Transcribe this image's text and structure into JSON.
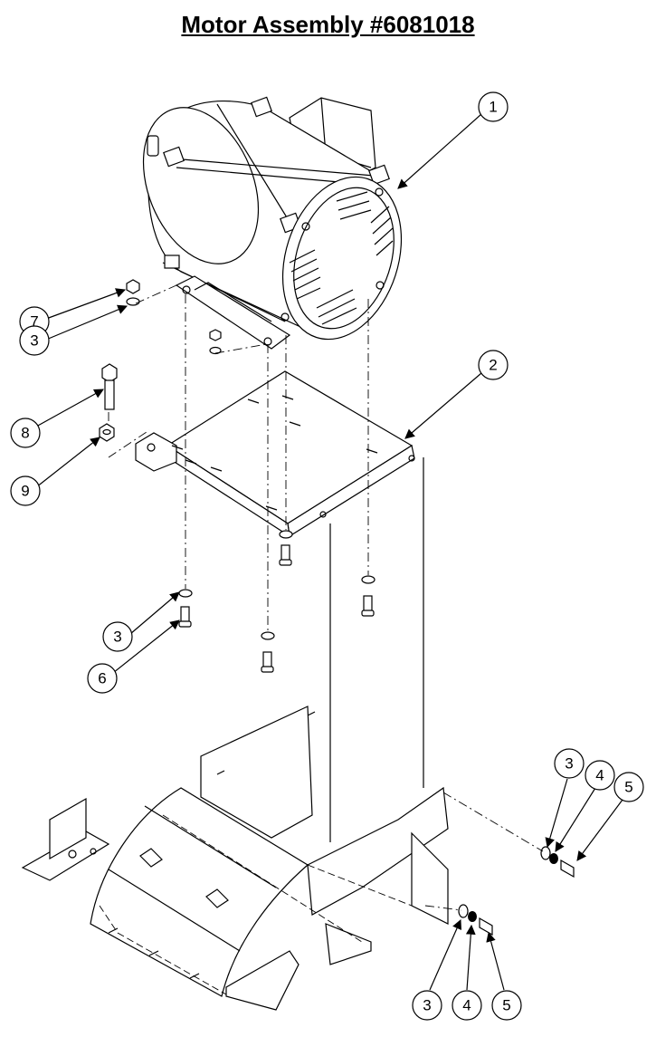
{
  "title": "Motor Assembly #6081018",
  "callouts": [
    {
      "label": "1"
    },
    {
      "label": "2"
    },
    {
      "label": "7"
    },
    {
      "label": "3"
    },
    {
      "label": "8"
    },
    {
      "label": "9"
    },
    {
      "label": "3"
    },
    {
      "label": "6"
    },
    {
      "label": "3"
    },
    {
      "label": "4"
    },
    {
      "label": "5"
    },
    {
      "label": "3"
    },
    {
      "label": "4"
    },
    {
      "label": "5"
    }
  ]
}
